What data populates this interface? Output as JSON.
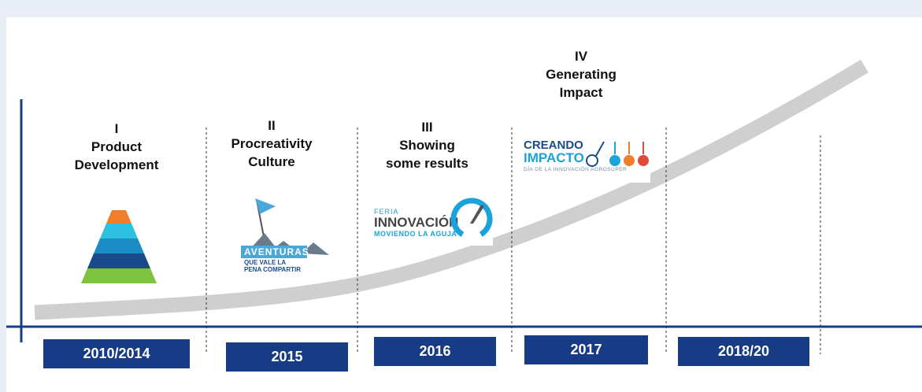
{
  "stages": [
    {
      "numeral": "I",
      "title": "Product Development",
      "title_lines": [
        "Product",
        "Development"
      ],
      "period": "2010/2014",
      "image": "pyramid"
    },
    {
      "numeral": "II",
      "title": "Procreativity Culture",
      "title_lines": [
        "Procreativity",
        "Culture"
      ],
      "period": "2015",
      "image": "aventuras-logo"
    },
    {
      "numeral": "III",
      "title": "Showing some results",
      "title_lines": [
        "Showing",
        "some results"
      ],
      "period": "2016",
      "image": "feria-innovacion-logo"
    },
    {
      "numeral": "IV",
      "title": "Generating Impact",
      "title_lines": [
        "Generating",
        "Impact"
      ],
      "period": "2017",
      "image": "creando-impacto-logo"
    },
    {
      "numeral": "",
      "title": "",
      "title_lines": [],
      "period": "2018/20",
      "image": ""
    }
  ],
  "logos": {
    "aventuras": {
      "name": "AVENTURAS",
      "tagline_1": "QUE VALE LA",
      "tagline_2": "PENA COMPARTIR"
    },
    "feria": {
      "top": "FERIA",
      "name": "INNOVACIÓN",
      "tagline": "MOVIENDO LA AGUJA"
    },
    "creando": {
      "line1": "CREANDO",
      "line2": "IMPACTO",
      "tagline": "DÍA DE LA INNOVACIÓN AGROSUPER"
    }
  },
  "colors": {
    "axis": "#173b85",
    "year_box": "#173b85",
    "curve": "#cfcfcf",
    "pyramid": [
      "#f07d2a",
      "#2ec0e0",
      "#1c8cc4",
      "#1b4a8c",
      "#7ec242"
    ],
    "gauge": "#1aa3dc"
  }
}
